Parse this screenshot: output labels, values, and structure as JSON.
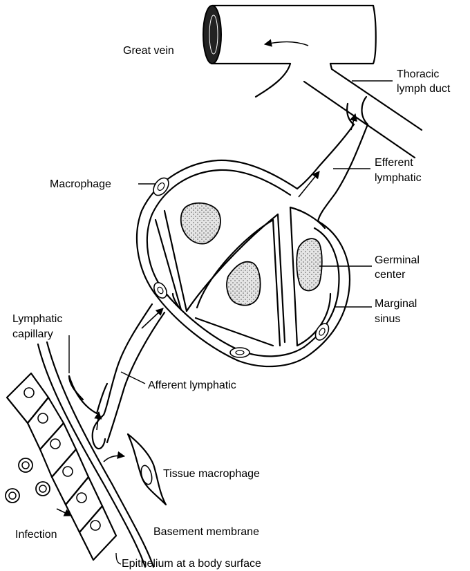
{
  "labels": {
    "great_vein": "Great vein",
    "thoracic_1": "Thoracic",
    "thoracic_2": "lymph duct",
    "efferent_1": "Efferent",
    "efferent_2": "lymphatic",
    "macrophage": "Macrophage",
    "germinal_1": "Germinal",
    "germinal_2": "center",
    "marginal_1": "Marginal",
    "marginal_2": "sinus",
    "lymph_cap_1": "Lymphatic",
    "lymph_cap_2": "capillary",
    "afferent": "Afferent lymphatic",
    "tissue_macrophage": "Tissue macrophage",
    "infection": "Infection",
    "basement": "Basement membrane",
    "epithelium": "Epithelium at a body surface"
  }
}
